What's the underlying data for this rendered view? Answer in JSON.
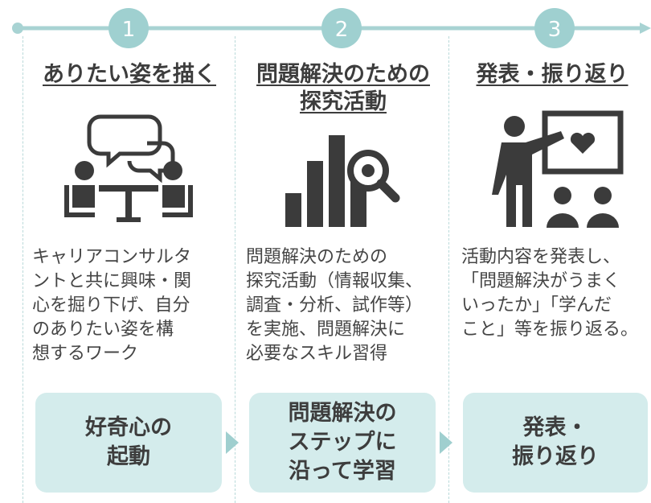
{
  "colors": {
    "accent": "#9fd0d0",
    "box_bg": "#d4ecec",
    "icon": "#3b3b3b"
  },
  "steps": [
    {
      "number": "1",
      "title_lines": [
        "ありたい姿を描く"
      ],
      "icon": "consultation-icon",
      "description_lines": [
        "キャリアコンサルタ",
        "ントと共に興味・関",
        "心を掘り下げ、自分",
        "のありたい姿を構",
        "想するワーク"
      ],
      "box_lines": [
        "好奇心の",
        "起動"
      ]
    },
    {
      "number": "2",
      "title_lines": [
        "問題解決のための",
        "探究活動"
      ],
      "icon": "bar-chart-search-icon",
      "description_lines": [
        "問題解決のための",
        "探究活動（情報収集、",
        "調査・分析、試作等）",
        "を実施、問題解決に",
        "必要なスキル習得"
      ],
      "box_lines": [
        "問題解決の",
        "ステップに",
        "沿って学習"
      ]
    },
    {
      "number": "3",
      "title_lines": [
        "発表・振り返り"
      ],
      "icon": "presentation-icon",
      "description_lines": [
        "活動内容を発表し、",
        "「問題解決がうまく",
        "いったか」「学んだ",
        "こと」等を振り返る。"
      ],
      "box_lines": [
        "発表・",
        "振り返り"
      ]
    }
  ]
}
